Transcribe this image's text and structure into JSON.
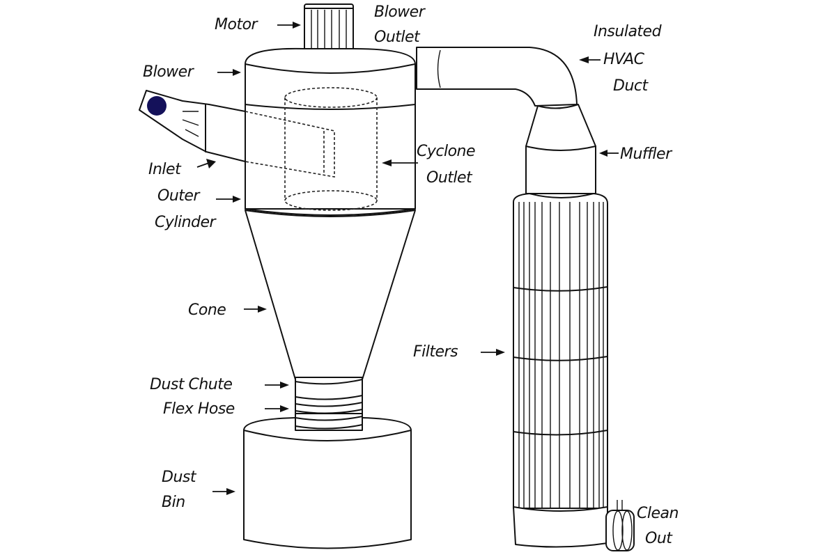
{
  "diagram": {
    "title": "Cyclone dust collector diagram",
    "colors": {
      "line": "#111111",
      "inlet_dot": "#14115a",
      "background": "#ffffff"
    },
    "labels": {
      "motor": "Motor",
      "blower_outlet_1": "Blower",
      "blower_outlet_2": "Outlet",
      "insulated_1": "Insulated",
      "insulated_2": "HVAC",
      "insulated_3": "Duct",
      "blower": "Blower",
      "inlet": "Inlet",
      "cyclone_outlet_1": "Cyclone",
      "cyclone_outlet_2": "Outlet",
      "muffler": "Muffler",
      "outer_cylinder_1": "Outer",
      "outer_cylinder_2": "Cylinder",
      "cone": "Cone",
      "filters": "Filters",
      "dust_chute": "Dust Chute",
      "flex_hose": "Flex Hose",
      "dust_bin_1": "Dust",
      "dust_bin_2": "Bin",
      "clean_out_1": "Clean",
      "clean_out_2": "Out"
    }
  }
}
